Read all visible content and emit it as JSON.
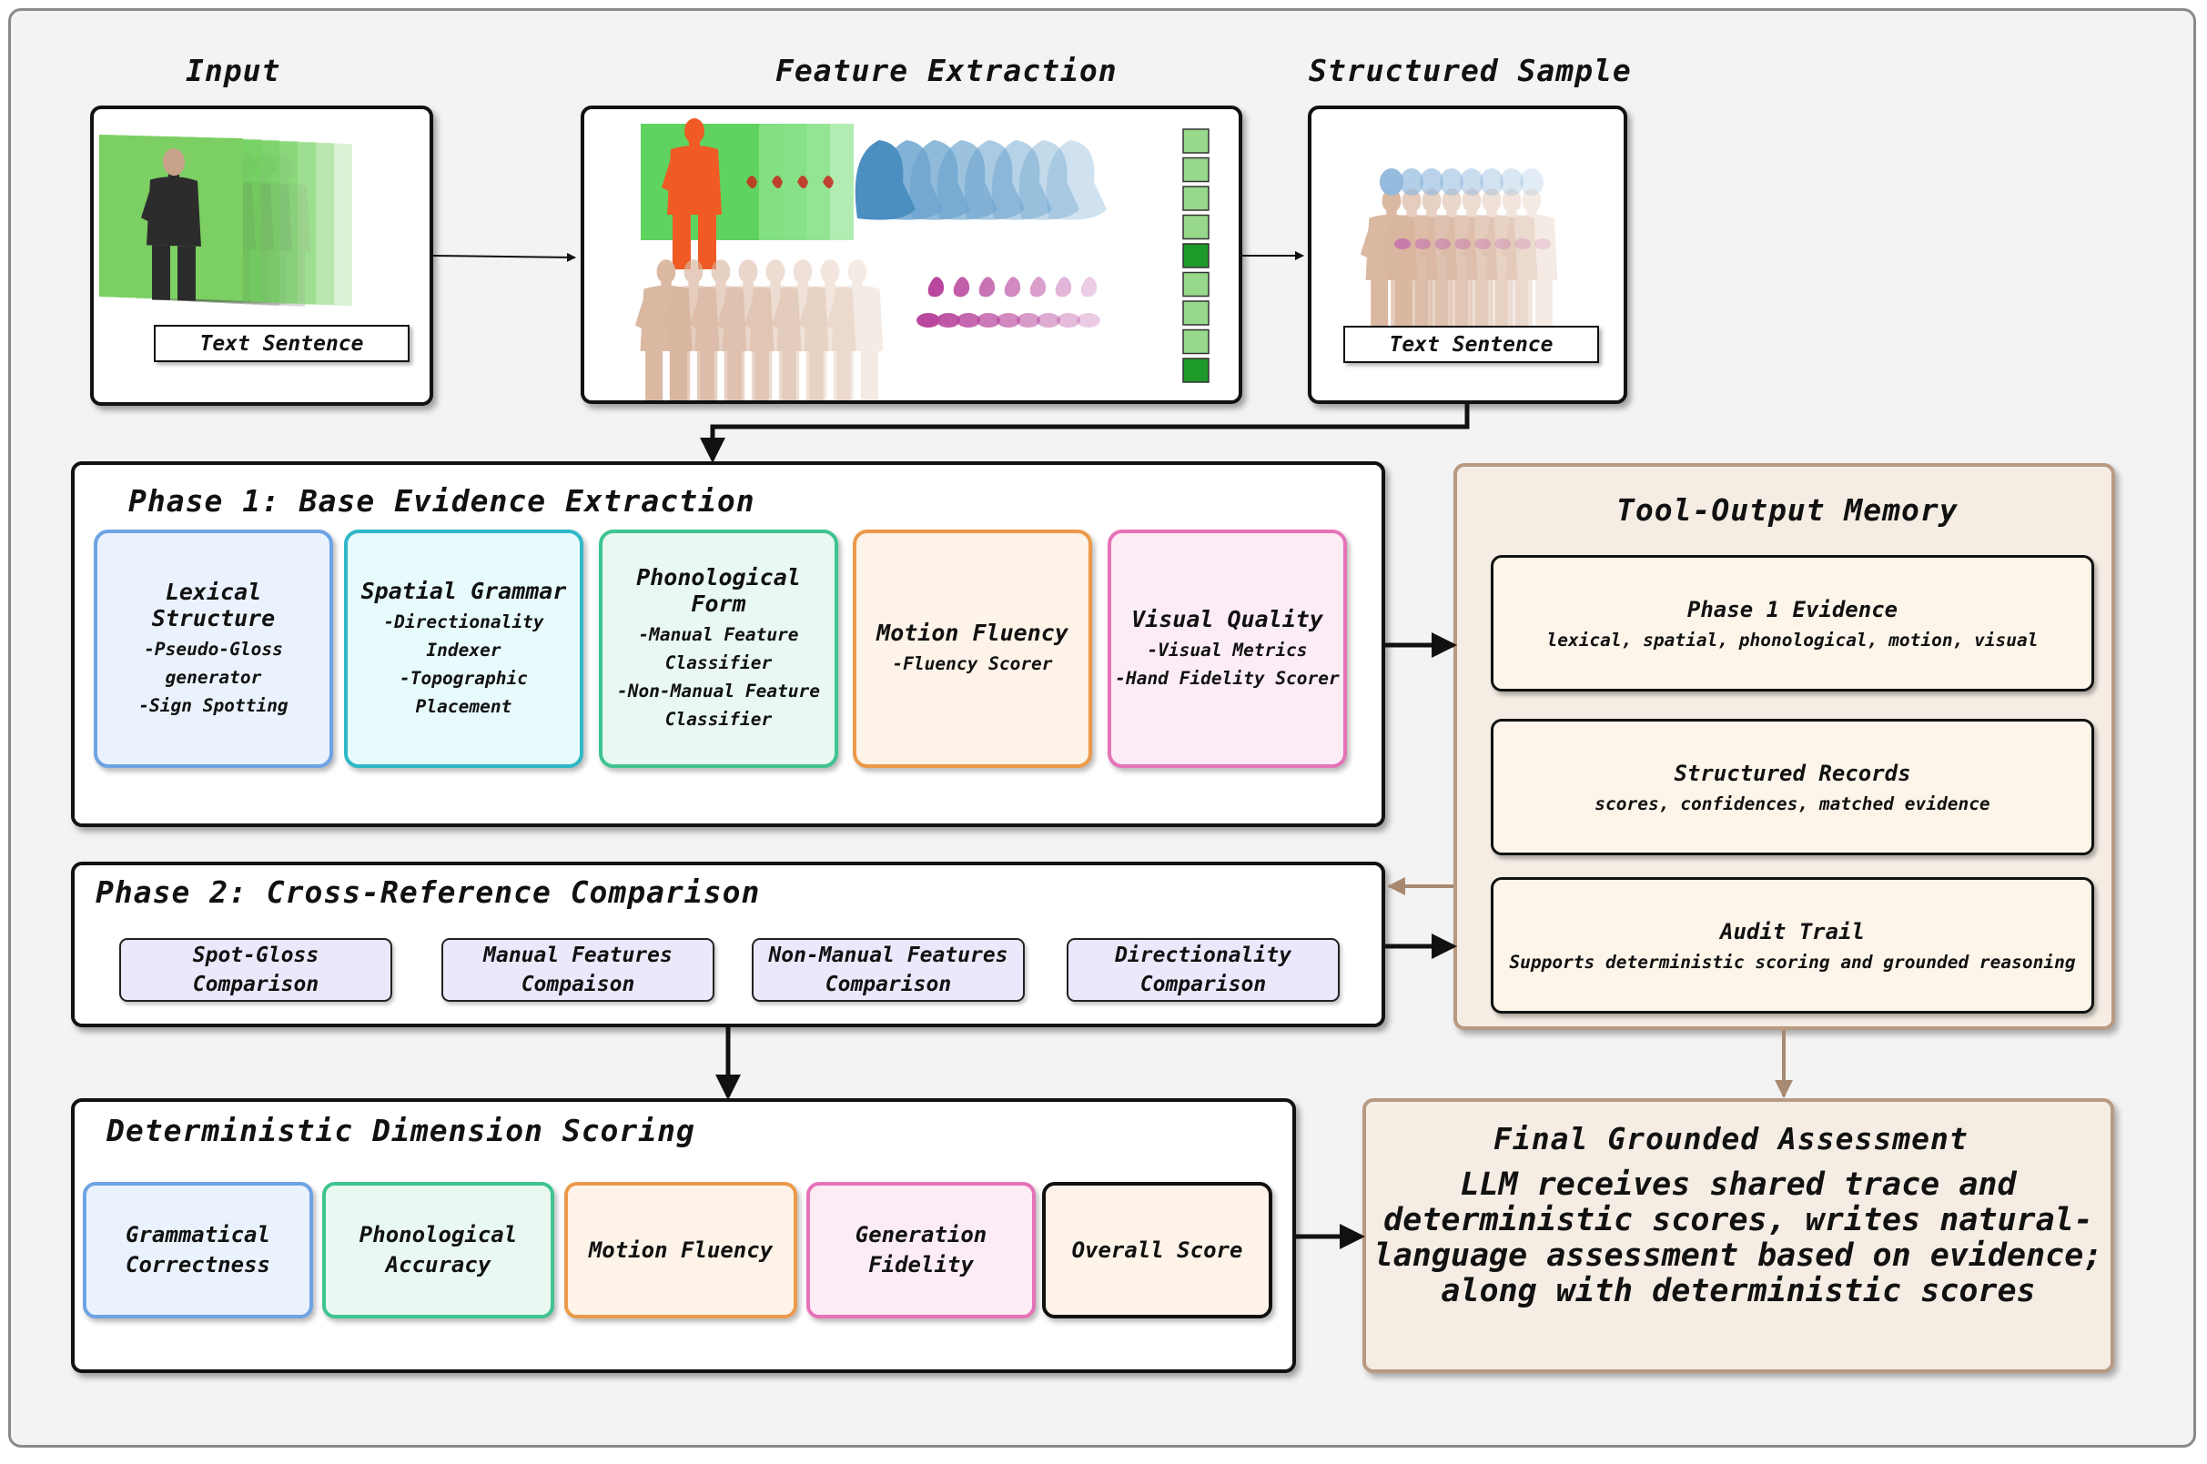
{
  "titles": {
    "input": "Input",
    "feature_extraction": "Feature Extraction",
    "structured_sample": "Structured Sample",
    "phase1": "Phase 1: Base Evidence Extraction",
    "phase2": "Phase 2: Cross-Reference Comparison",
    "scoring": "Deterministic Dimension Scoring",
    "memory": "Tool-Output Memory",
    "final": "Final Grounded Assessment"
  },
  "input": {
    "text_label": "Text Sentence"
  },
  "structured": {
    "text_label": "Text Sentence"
  },
  "phase1": {
    "boxes": [
      {
        "title": "Lexical Structure",
        "lines": "-Pseudo-Gloss\ngenerator\n-Sign Spotting",
        "border": "#6ea3e4",
        "fill": "#eaf3fd"
      },
      {
        "title": "Spatial Grammar",
        "lines": "-Directionality\nIndexer\n-Topographic\nPlacement",
        "border": "#2fb8c8",
        "fill": "#e8fbfc"
      },
      {
        "title": "Phonological Form",
        "lines": "-Manual Feature\nClassifier\n-Non-Manual Feature\nClassifier",
        "border": "#3fc48f",
        "fill": "#e9f8f1"
      },
      {
        "title": "Motion Fluency",
        "lines": "-Fluency Scorer",
        "border": "#eb9a4a",
        "fill": "#fdf3e8"
      },
      {
        "title": "Visual Quality",
        "lines": "-Visual Metrics\n-Hand Fidelity Scorer",
        "border": "#e673b8",
        "fill": "#fcecf6"
      }
    ]
  },
  "phase2": {
    "pills": [
      "Spot-Gloss\nComparison",
      "Manual Features\nCompaison",
      "Non-Manual Features\nComparison",
      "Directionality\nComparison"
    ]
  },
  "memory": {
    "cards": [
      {
        "title": "Phase 1 Evidence",
        "sub": "lexical, spatial, phonological, motion, visual"
      },
      {
        "title": "Structured Records",
        "sub": "scores, confidences, matched evidence"
      },
      {
        "title": "Audit Trail",
        "sub": "Supports deterministic scoring and grounded reasoning"
      }
    ]
  },
  "scoring": {
    "boxes": [
      {
        "label": "Grammatical\nCorrectness",
        "border": "#6ea3e4",
        "fill": "#eaf3fd"
      },
      {
        "label": "Phonological\nAccuracy",
        "border": "#3fc48f",
        "fill": "#e9f8f1"
      },
      {
        "label": "Motion Fluency",
        "border": "#eb9a4a",
        "fill": "#fdf3e8"
      },
      {
        "label": "Generation\nFidelity",
        "border": "#e673b8",
        "fill": "#fcecf6"
      },
      {
        "label": "Overall Score",
        "border": "#111111",
        "fill": "#fdf3e8"
      }
    ]
  },
  "final": {
    "text": "LLM receives shared trace and\ndeterministic scores, writes natural-\nlanguage assessment based on evidence;\nalong with deterministic scores"
  },
  "colors": {
    "memory_border": "#b89a82",
    "memory_fill": "#f5ede4",
    "brown_arrow": "#a88a72",
    "green_square_light": "#97d88b",
    "green_square_dark": "#1e9a2a",
    "greenscreen": "#6fcf5b",
    "body_mesh": "#d9b59e",
    "head_mesh": "#4b8fc0",
    "hand_mesh": "#b8479d",
    "red_body": "#f05a24"
  }
}
